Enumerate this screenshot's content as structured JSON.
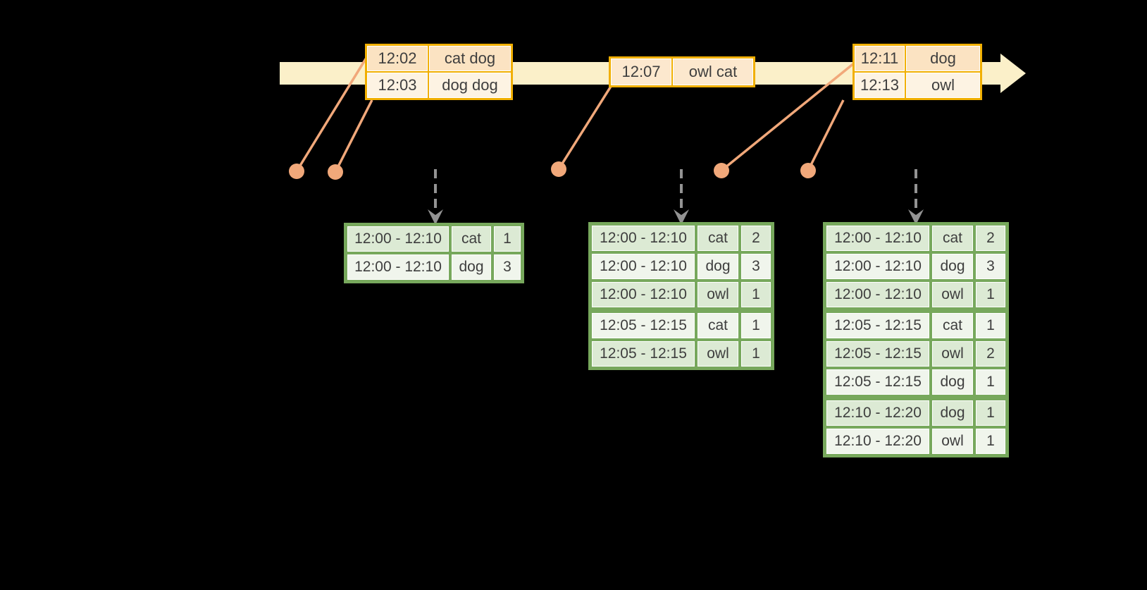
{
  "diagram": {
    "kind": "streaming-windowed-aggregation-timeline",
    "colors": {
      "background": "#000000",
      "timeline_band": "#FBF0C9",
      "orange_border": "#F1AF00",
      "orange_row_light": "#FBE3C2",
      "orange_row_lighter": "#FDF3E3",
      "orange_row_single": "#FCE8CE",
      "salmon_dot_line": "#F1A87A",
      "green_border": "#77A85C",
      "green_row_a": "#DCEAD4",
      "green_row_b": "#F0F5EC",
      "trigger_arrow_gray": "#939393",
      "text": "#3E3E3E"
    }
  },
  "event_tables": [
    {
      "rows": [
        {
          "time": "12:02",
          "words": "cat dog"
        },
        {
          "time": "12:03",
          "words": "dog dog"
        }
      ]
    },
    {
      "rows": [
        {
          "time": "12:07",
          "words": "owl cat"
        }
      ]
    },
    {
      "rows": [
        {
          "time": "12:11",
          "words": "dog"
        },
        {
          "time": "12:13",
          "words": "owl"
        }
      ]
    }
  ],
  "result_tables": [
    {
      "rows": [
        {
          "window": "12:00 - 12:10",
          "word": "cat",
          "count": "1"
        },
        {
          "window": "12:00 - 12:10",
          "word": "dog",
          "count": "3"
        }
      ]
    },
    {
      "rows": [
        {
          "window": "12:00 - 12:10",
          "word": "cat",
          "count": "2"
        },
        {
          "window": "12:00 - 12:10",
          "word": "dog",
          "count": "3"
        },
        {
          "window": "12:00 - 12:10",
          "word": "owl",
          "count": "1"
        },
        {
          "window": "12:05 - 12:15",
          "word": "cat",
          "count": "1"
        },
        {
          "window": "12:05 - 12:15",
          "word": "owl",
          "count": "1"
        }
      ]
    },
    {
      "rows": [
        {
          "window": "12:00 - 12:10",
          "word": "cat",
          "count": "2"
        },
        {
          "window": "12:00 - 12:10",
          "word": "dog",
          "count": "3"
        },
        {
          "window": "12:00 - 12:10",
          "word": "owl",
          "count": "1"
        },
        {
          "window": "12:05 - 12:15",
          "word": "cat",
          "count": "1"
        },
        {
          "window": "12:05 - 12:15",
          "word": "owl",
          "count": "2"
        },
        {
          "window": "12:05 - 12:15",
          "word": "dog",
          "count": "1"
        },
        {
          "window": "12:10 - 12:20",
          "word": "dog",
          "count": "1"
        },
        {
          "window": "12:10 - 12:20",
          "word": "owl",
          "count": "1"
        }
      ]
    }
  ]
}
